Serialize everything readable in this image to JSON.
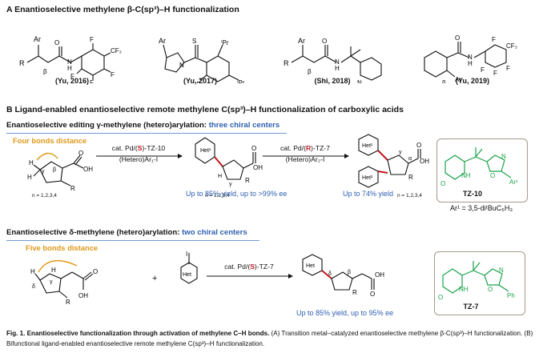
{
  "sectionA": {
    "title": "A Enantioselective methylene β-C(sp³)–H functionalization",
    "citations": [
      "(Yu, 2016)",
      "(Yu, 2017)",
      "(Shi, 2018)",
      "(Yu, 2019)"
    ]
  },
  "sectionB": {
    "title": "B Ligand-enabled enantioselective remote methylene C(sp³)–H functionalization of carboxylic acids",
    "gamma": {
      "subtitle_prefix": "Enantioselective editing γ-methylene (hetero)arylation: ",
      "subtitle_highlight": "three chiral centers",
      "distance_label": "Four bonds distance",
      "n_label": "n = 1,2,3,4",
      "step1": {
        "line1_pre": "cat. Pd/(",
        "line1_red": "S",
        "line1_post": ")-TZ-10",
        "line2": "(Hetero)Ar₁-I"
      },
      "step2": {
        "line1_pre": "cat. Pd/(",
        "line1_red": "R",
        "line1_post": ")-TZ-7",
        "line2": "(Hetero)Ar₂-I"
      },
      "yield1": "Up to 85% yield, up to >99% ee",
      "yield2": "Up to 74% yield",
      "ligand_name": "TZ-10",
      "ligand_note": "Ar¹ = 3,5-diᵗBuC₆H₃"
    },
    "delta": {
      "subtitle_prefix": "Enantioselective δ-methylene (hetero)arylation: ",
      "subtitle_highlight": "two chiral centers",
      "distance_label": "Five bonds distance",
      "plus": "+",
      "step1": {
        "line1_pre": "cat. Pd/(",
        "line1_red": "S",
        "line1_post": ")-TZ-7"
      },
      "yield1": "Up to 85% yield, up to 95% ee",
      "ligand_name": "TZ-7"
    }
  },
  "caption": {
    "bold": "Fig. 1. Enantioselective functionalization through activation of methylene C–H bonds.",
    "text": " (A) Transition metal–catalyzed enantioselective methylene β-C(sp³)–H functionalization. (B) Bifunctional ligand-enabled enantioselective remote methylene C(sp³)–H functionalization."
  },
  "colors": {
    "accent_blue": "#2f5fb0",
    "orange": "#e09a1a",
    "red": "#c0181f",
    "green": "#1aa34a",
    "box_border": "#a39b8b"
  }
}
